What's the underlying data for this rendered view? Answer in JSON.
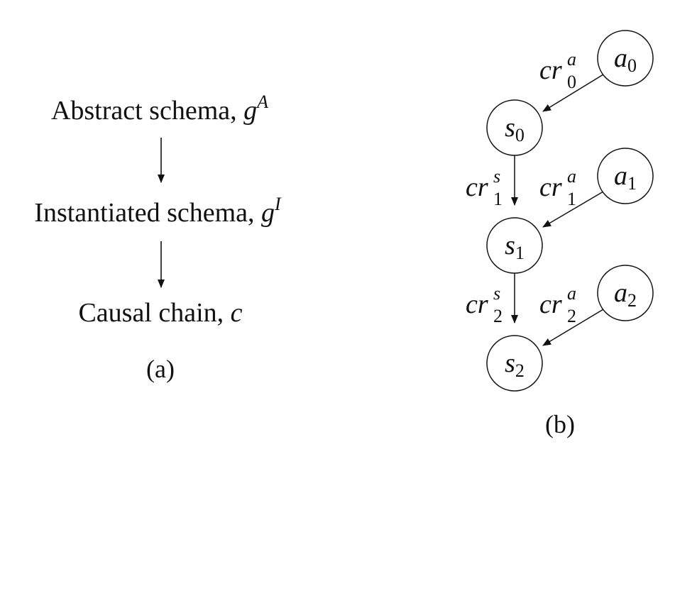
{
  "panel_a": {
    "items": [
      {
        "text": "Abstract schema, ",
        "var": "g",
        "sup": "A"
      },
      {
        "text": "Instantiated schema, ",
        "var": "g",
        "sup": "I"
      },
      {
        "text": "Causal chain, ",
        "var": "c",
        "sup": ""
      }
    ],
    "caption": "(a)"
  },
  "panel_b": {
    "nodes": [
      {
        "id": "a0",
        "base": "a",
        "sub": "0"
      },
      {
        "id": "s0",
        "base": "s",
        "sub": "0"
      },
      {
        "id": "a1",
        "base": "a",
        "sub": "1"
      },
      {
        "id": "s1",
        "base": "s",
        "sub": "1"
      },
      {
        "id": "a2",
        "base": "a",
        "sub": "2"
      },
      {
        "id": "s2",
        "base": "s",
        "sub": "2"
      }
    ],
    "edges": [
      {
        "from": "a0",
        "to": "s0",
        "base": "cr",
        "sup": "a",
        "sub": "0"
      },
      {
        "from": "s0",
        "to": "s1",
        "base": "cr",
        "sup": "s",
        "sub": "1"
      },
      {
        "from": "a1",
        "to": "s1",
        "base": "cr",
        "sup": "a",
        "sub": "1"
      },
      {
        "from": "s1",
        "to": "s2",
        "base": "cr",
        "sup": "s",
        "sub": "2"
      },
      {
        "from": "a2",
        "to": "s2",
        "base": "cr",
        "sup": "a",
        "sub": "2"
      }
    ],
    "caption": "(b)"
  }
}
